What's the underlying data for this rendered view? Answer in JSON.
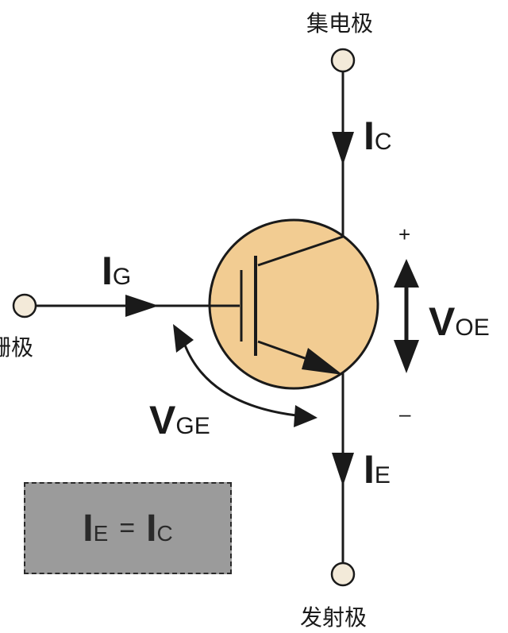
{
  "terminals": {
    "collector": "集电极",
    "gate": "栅极",
    "emitter": "发射极"
  },
  "currents": {
    "ic_main": "I",
    "ic_sub": "C",
    "ig_main": "I",
    "ig_sub": "G",
    "ie_main": "I",
    "ie_sub": "E"
  },
  "voltages": {
    "voe_main": "V",
    "voe_sub": "OE",
    "vge_main": "V",
    "vge_sub": "GE",
    "plus": "+",
    "minus": "–"
  },
  "formula": {
    "lhs_main": "I",
    "lhs_sub": "E",
    "eq": "=",
    "rhs_main": "I",
    "rhs_sub": "C"
  },
  "colors": {
    "body_fill": "#f2cc92",
    "line": "#1a1a1a",
    "terminal_fill": "#f3ead9",
    "box_fill": "#9b9b9b"
  }
}
